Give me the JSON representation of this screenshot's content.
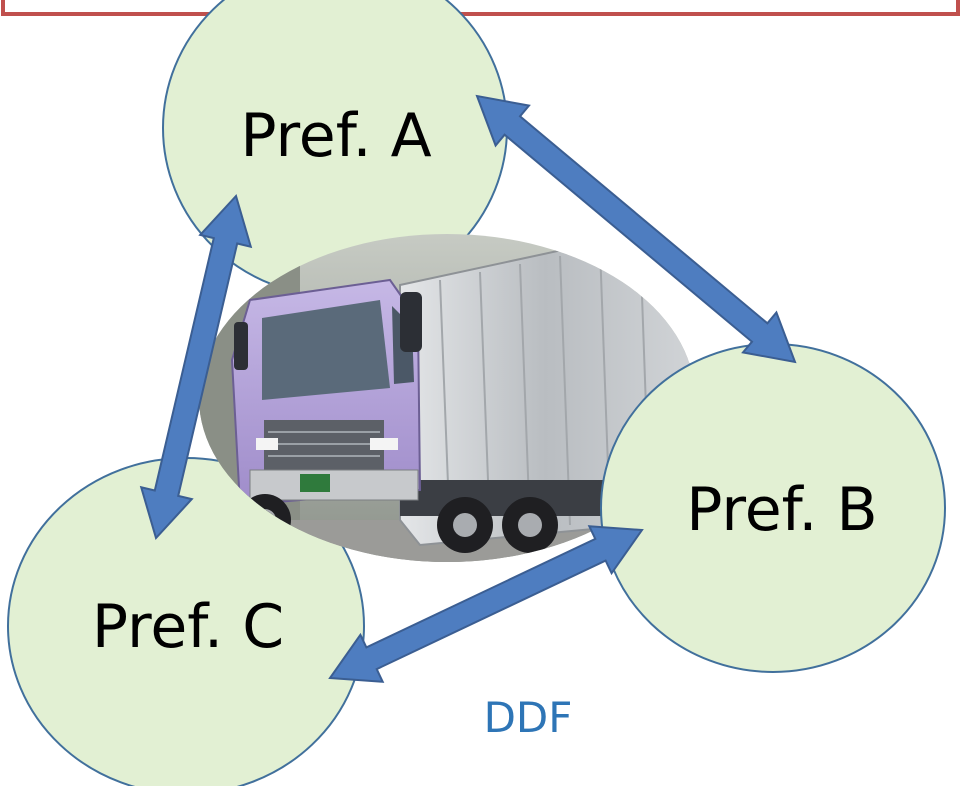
{
  "nodes": {
    "a": {
      "label": "Pref. A"
    },
    "b": {
      "label": "Pref. B"
    },
    "c": {
      "label": "Pref. C"
    }
  },
  "caption": "DDF",
  "image": {
    "subject": "purple cab truck with silver aluminum wing box"
  },
  "colors": {
    "node_fill": "#E2F0D3",
    "node_stroke": "#41709C",
    "arrow_fill": "#4E7DC0",
    "arrow_stroke": "#3B5E92",
    "banner_border": "#C0504D",
    "caption": "#2E75B6"
  }
}
